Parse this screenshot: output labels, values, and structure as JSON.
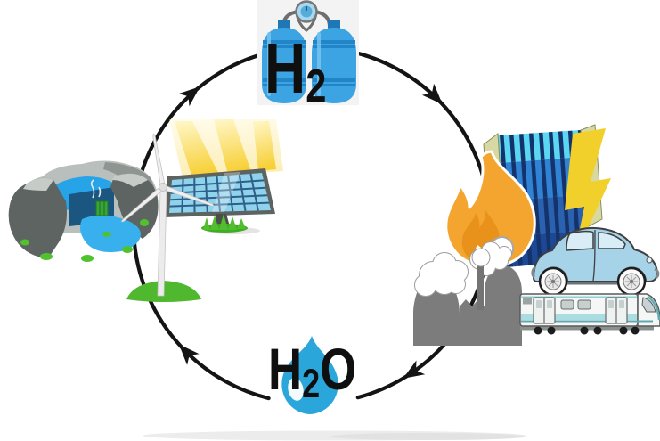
{
  "diagram": {
    "type": "cycle",
    "subject": "hydrogen-energy-cycle",
    "direction": "clockwise",
    "background": "#ffffff",
    "arrow_color": "#141414"
  },
  "labels": {
    "hydrogen": {
      "main": "H",
      "sub": "2",
      "tail": ""
    },
    "water": {
      "main": "H",
      "sub": "2",
      "tail": "O"
    }
  },
  "nodes": [
    {
      "id": "hydrogen-storage",
      "position": "top",
      "icons": [
        "gas-cylinders-icon",
        "pressure-gauge-icon"
      ]
    },
    {
      "id": "energy-uses",
      "position": "right",
      "icons": [
        "fuel-cell-stack-icon",
        "flame-icon",
        "lightning-bolt-icon",
        "factory-icon",
        "car-icon",
        "train-icon"
      ]
    },
    {
      "id": "water",
      "position": "bottom",
      "icons": [
        "water-droplet-icon"
      ]
    },
    {
      "id": "renewable-sources",
      "position": "left",
      "icons": [
        "hydro-dam-icon",
        "wind-turbine-icon",
        "solar-panel-icon",
        "sun-rays-icon"
      ]
    }
  ],
  "colors": {
    "cylinder_blue": "#3da4e4",
    "cylinder_band": "#1f77b5",
    "card_background": "#f3f3f3",
    "water_blue": "#2aa6db",
    "dam_navy": "#1a5680",
    "rock_dark": "#5d6461",
    "rock_light": "#c0c5c2",
    "grass_green": "#4fb82e",
    "ray_yellow": "#f7ce2f",
    "solar_cell_blue": "#8fd2ec",
    "stack_cyan": "#5ad7f3",
    "stack_blue": "#2f82d4",
    "stack_plate_khaki": "#d8d8a2",
    "flame_orange": "#f3a52f",
    "bolt_yellow": "#f2d02c",
    "factory_gray": "#7c7c7c",
    "car_blue": "#a6d3e8",
    "train_teal": "#a9dde2",
    "label_black": "#0f0f0f"
  }
}
